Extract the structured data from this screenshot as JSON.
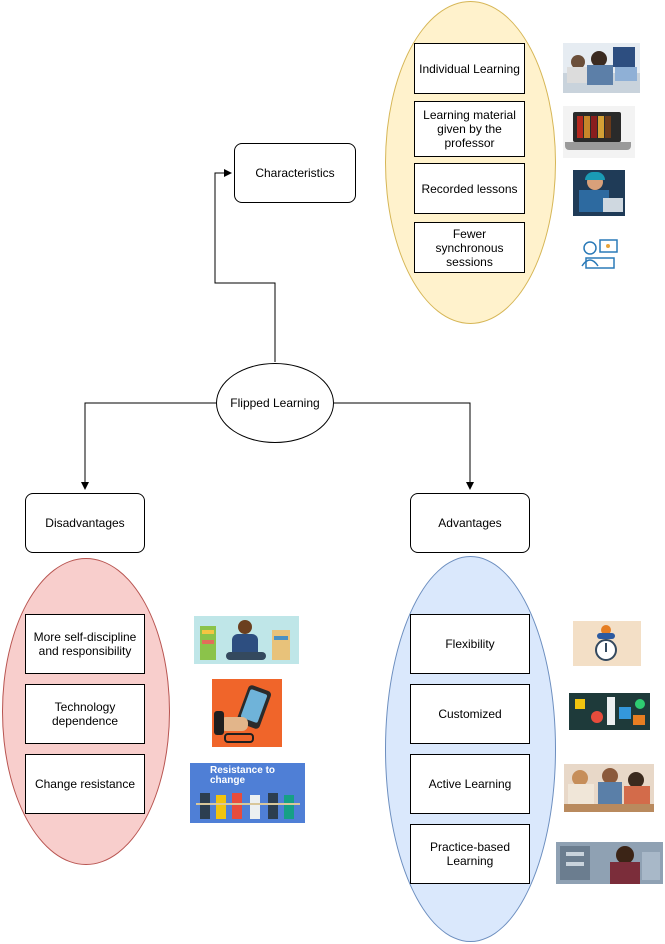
{
  "central": "Flipped Learning",
  "characteristics": {
    "title": "Characteristics",
    "items": [
      "Individual Learning",
      "Learning material given by the professor",
      "Recorded lessons",
      "Fewer synchronous sessions"
    ]
  },
  "disadvantages": {
    "title": "Disadvantages",
    "items": [
      "More self-discipline and responsibility",
      "Technology dependence",
      "Change resistance"
    ]
  },
  "advantages": {
    "title": "Advantages",
    "items": [
      "Flexibility",
      "Customized",
      "Active Learning",
      "Practice-based Learning"
    ]
  },
  "picture_text": {
    "resistance": "Resistance to change"
  },
  "colors": {
    "yellow": "#fff2cc",
    "yellow_border": "#d6b656",
    "red": "#f8cecc",
    "red_border": "#b85450",
    "blue": "#dae8fc",
    "blue_border": "#6c8ebf"
  }
}
